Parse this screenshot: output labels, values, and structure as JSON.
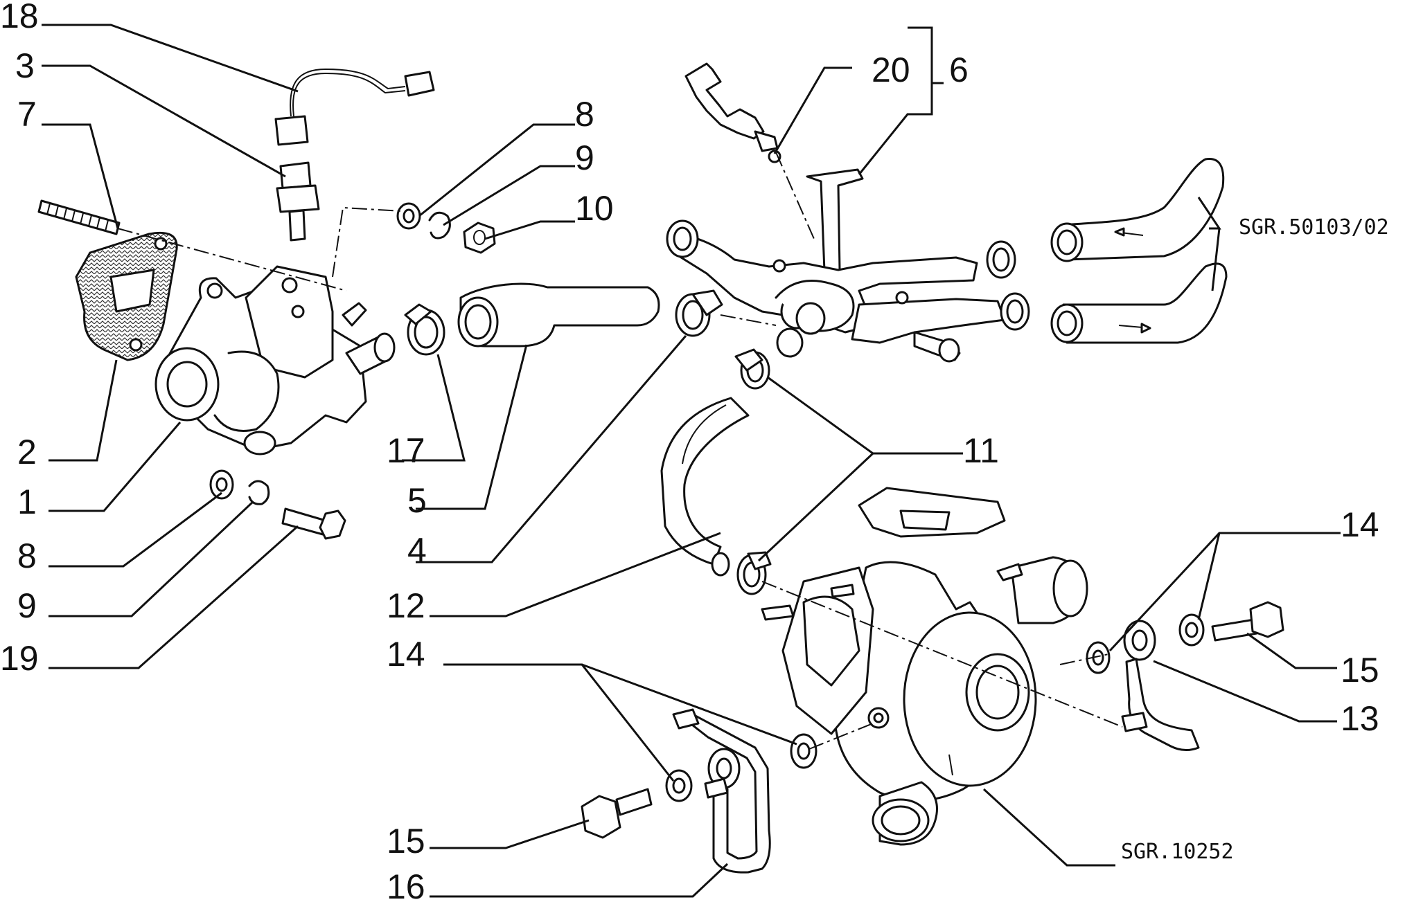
{
  "labels": {
    "c18": "18",
    "c3": "3",
    "c7": "7",
    "c2": "2",
    "c1": "1",
    "c8a": "8",
    "c9a": "9",
    "c10": "10",
    "c8b": "8",
    "c9b": "9",
    "c19": "19",
    "c17": "17",
    "c5": "5",
    "c4": "4",
    "c12": "12",
    "c20": "20",
    "c6": "6",
    "c11": "11",
    "c14a": "14",
    "c15a": "15",
    "c13": "13",
    "c14b": "14",
    "c15b": "15",
    "c16": "16"
  },
  "references": {
    "hose_set": "SGR.50103/02",
    "turbocharger": "SGR.10252"
  }
}
